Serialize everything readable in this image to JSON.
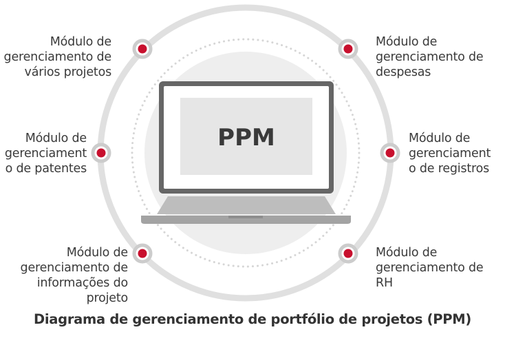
{
  "center_label": "PPM",
  "modules": {
    "top_left": "Módulo de\ngerenciamento de\nvários projetos",
    "mid_left": "Módulo de\ngerenciament\no de patentes",
    "bottom_left": "Módulo de\ngerenciamento de\ninformações do\nprojeto",
    "top_right": "Módulo de\ngerenciamento de\ndespesas",
    "mid_right": "Módulo de\ngerenciament\no de registros",
    "bottom_right": "Módulo de\ngerenciamento de RH"
  },
  "caption": "Diagrama de gerenciamento de portfólio de projetos (PPM)",
  "colors": {
    "ring": "#e0e0e0",
    "inner_disc": "#eeeeee",
    "laptop_frame": "#666666",
    "laptop_screen": "#e6e6e6",
    "keyboard": "#bdbdbd",
    "base": "#a0a0a0",
    "node_fill": "#c8102e",
    "node_ring": "#cccccc"
  }
}
